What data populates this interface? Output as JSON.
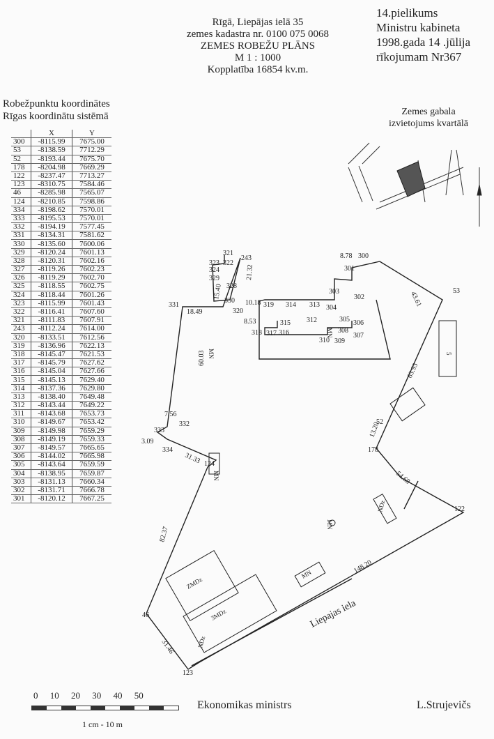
{
  "header": {
    "line1": "Rīgā, Liepājas ielā 35",
    "line2": "zemes kadastra nr. 0100 075 0068",
    "line3": "ZEMES ROBEŽU PLĀNS",
    "line4": "M 1 : 1000",
    "line5": "Kopplatība 16854 kv.m."
  },
  "annex": {
    "line1": "14.pielikums",
    "line2": "Ministru kabineta",
    "line3": "1998.gada 14 .jūlija",
    "line4": "rīkojumam Nr367"
  },
  "coords": {
    "title1": "Robežpunktu koordinātes",
    "title2": "Rīgas koordinātu sistēmā",
    "headers": [
      "",
      "X",
      "Y"
    ],
    "rows": [
      [
        "300",
        "-8115.99",
        "7675.00"
      ],
      [
        "53",
        "-8138.59",
        "7712.29"
      ],
      [
        "52",
        "-8193.44",
        "7675.70"
      ],
      [
        "178",
        "-8204.98",
        "7669.29"
      ],
      [
        "122",
        "-8237.47",
        "7713.27"
      ],
      [
        "123",
        "-8310.75",
        "7584.46"
      ],
      [
        "46",
        "-8285.98",
        "7565.07"
      ],
      [
        "124",
        "-8210.85",
        "7598.86"
      ],
      [
        "334",
        "-8198.62",
        "7570.01"
      ],
      [
        "333",
        "-8195.53",
        "7570.01"
      ],
      [
        "332",
        "-8194.19",
        "7577.45"
      ],
      [
        "331",
        "-8134.31",
        "7581.62"
      ],
      [
        "330",
        "-8135.60",
        "7600.06"
      ],
      [
        "329",
        "-8120.24",
        "7601.13"
      ],
      [
        "328",
        "-8120.31",
        "7602.16"
      ],
      [
        "327",
        "-8119.26",
        "7602.23"
      ],
      [
        "326",
        "-8119.29",
        "7602.70"
      ],
      [
        "325",
        "-8118.55",
        "7602.75"
      ],
      [
        "324",
        "-8118.44",
        "7601.26"
      ],
      [
        "323",
        "-8115.99",
        "7601.43"
      ],
      [
        "322",
        "-8116.41",
        "7607.60"
      ],
      [
        "321",
        "-8111.83",
        "7607.91"
      ],
      [
        "243",
        "-8112.24",
        "7614.00"
      ],
      [
        "320",
        "-8133.51",
        "7612.56"
      ],
      [
        "319",
        "-8136.96",
        "7622.13"
      ],
      [
        "318",
        "-8145.47",
        "7621.53"
      ],
      [
        "317",
        "-8145.79",
        "7627.62"
      ],
      [
        "316",
        "-8145.04",
        "7627.66"
      ],
      [
        "315",
        "-8145.13",
        "7629.40"
      ],
      [
        "314",
        "-8137.36",
        "7629.80"
      ],
      [
        "313",
        "-8138.40",
        "7649.48"
      ],
      [
        "312",
        "-8143.44",
        "7649.22"
      ],
      [
        "311",
        "-8143.68",
        "7653.73"
      ],
      [
        "310",
        "-8149.67",
        "7653.42"
      ],
      [
        "309",
        "-8149.98",
        "7659.29"
      ],
      [
        "308",
        "-8149.19",
        "7659.33"
      ],
      [
        "307",
        "-8149.57",
        "7665.65"
      ],
      [
        "306",
        "-8144.02",
        "7665.98"
      ],
      [
        "305",
        "-8143.64",
        "7659.59"
      ],
      [
        "304",
        "-8138.95",
        "7659.87"
      ],
      [
        "303",
        "-8131.13",
        "7660.34"
      ],
      [
        "302",
        "-8131.71",
        "7666.78"
      ],
      [
        "301",
        "-8120.12",
        "7667.25"
      ]
    ]
  },
  "location": {
    "title1": "Zemes gabala",
    "title2": "izvietojums kvartālā"
  },
  "map": {
    "labels": [
      "243",
      "321",
      "323",
      "322",
      "324",
      "329",
      "328",
      "330",
      "331",
      "320",
      "18.49",
      "15.40",
      "21.32",
      "10.18",
      "319",
      "314",
      "313",
      "304",
      "312",
      "305",
      "306",
      "308",
      "307",
      "310",
      "309",
      "8.53",
      "315",
      "316",
      "318",
      "317",
      "303",
      "302",
      "301",
      "8.78",
      "300",
      "43.61",
      "53",
      "60.03",
      "332",
      "333",
      "7.56",
      "3.09",
      "334",
      "31.33",
      "124",
      "52",
      "178",
      "13.20",
      "63.93",
      "54.68",
      "122",
      "82.37",
      "148.20",
      "46",
      "31.46",
      "123",
      "Liepajas iela"
    ],
    "buildings": [
      "MN",
      "MN",
      "ZMDz",
      "3MDz",
      "NDz",
      "MN",
      "MN",
      "5",
      "MN",
      "NDz"
    ]
  },
  "scale": {
    "ticks": "0 10 20 30 40 50",
    "unit": "1 cm - 10 m"
  },
  "footer": {
    "minister": "Ekonomikas ministrs",
    "name": "L.Strujevičs"
  }
}
